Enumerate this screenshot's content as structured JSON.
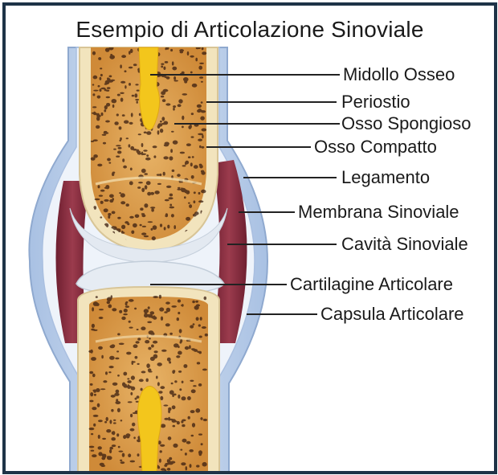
{
  "title": "Esempio di Articolazione Sinoviale",
  "labels": [
    {
      "id": "midollo",
      "text": "Midollo Osseo"
    },
    {
      "id": "periostio",
      "text": "Periostio"
    },
    {
      "id": "spongioso",
      "text": "Osso Spongioso"
    },
    {
      "id": "compatto",
      "text": "Osso Compatto"
    },
    {
      "id": "legamento",
      "text": "Legamento"
    },
    {
      "id": "membrana",
      "text": "Membrana Sinoviale"
    },
    {
      "id": "cavita",
      "text": "Cavità Sinoviale"
    },
    {
      "id": "cartilagine",
      "text": "Cartilagine Articolare"
    },
    {
      "id": "capsula",
      "text": "Capsula Articolare"
    }
  ],
  "colors": {
    "frame": "#1e3347",
    "capsule": "#bcd0ea",
    "capsule_edge": "#8fa9cf",
    "synovial_membrane": "#5e1828",
    "synovial_cavity": "#8e3546",
    "periosteum": "#e9d9b0",
    "compact_bone": "#f3e6c2",
    "spongy_bone": "#dc9f4d",
    "marrow": "#f3c61c",
    "cartilage": "#e6ecf3"
  }
}
